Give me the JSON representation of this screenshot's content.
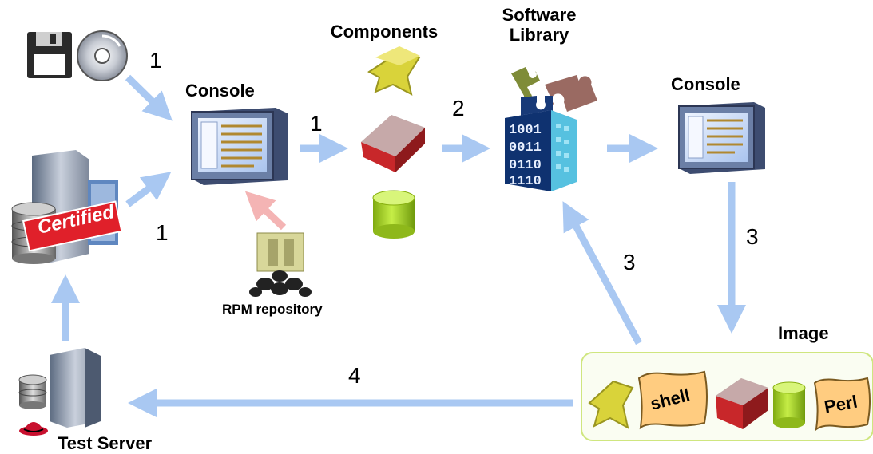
{
  "labels": {
    "components": "Components",
    "software_library": [
      "Software",
      "Library"
    ],
    "console_left": "Console",
    "console_right": "Console",
    "rpm_repository": "RPM repository",
    "image": "Image",
    "test_server": "Test Server",
    "certified_badge": "Certified",
    "shell_scroll": "shell",
    "perl_scroll": "Perl"
  },
  "step_numbers": {
    "media_to_console": "1",
    "certified_to_console": "1",
    "console_to_components": "1",
    "components_to_library": "2",
    "console_to_image": "3",
    "image_to_library": "3",
    "image_to_test_server": "4"
  },
  "binary_rows": [
    "1001",
    "0011",
    "0110",
    "1110"
  ],
  "colors": {
    "arrow_blue": "#a9c8f2",
    "arrow_pink": "#f4b4b4",
    "monitor_frame": "#4c5f87",
    "monitor_screen": "#dbe9ff",
    "red_cube": "#c8272a",
    "green_cylinder": "#9ccc1a",
    "yellow_star": "#d9d33a",
    "puzzle_green": "#7f8c38",
    "puzzle_blue": "#183a78",
    "puzzle_brown": "#9a6a62",
    "scroll_fill": "#ffcc80",
    "image_box_border": "#cfe67f",
    "certified_red": "#e0202a"
  }
}
